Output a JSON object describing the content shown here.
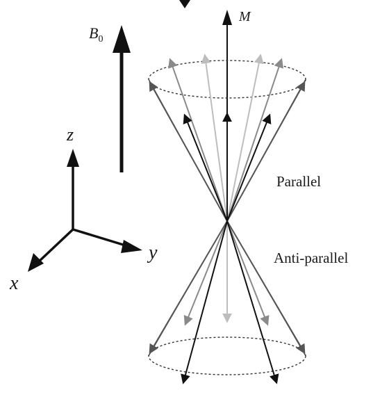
{
  "labels": {
    "b0": "B",
    "b0_sub": "0",
    "m": "M",
    "z": "z",
    "y": "y",
    "x": "x",
    "parallel": "Parallel",
    "antiparallel": "Anti-parallel"
  },
  "colors": {
    "ink": "#111111",
    "dark_gray": "#555555",
    "mid_gray": "#8a8a8a",
    "light_gray": "#bdbdbd"
  }
}
